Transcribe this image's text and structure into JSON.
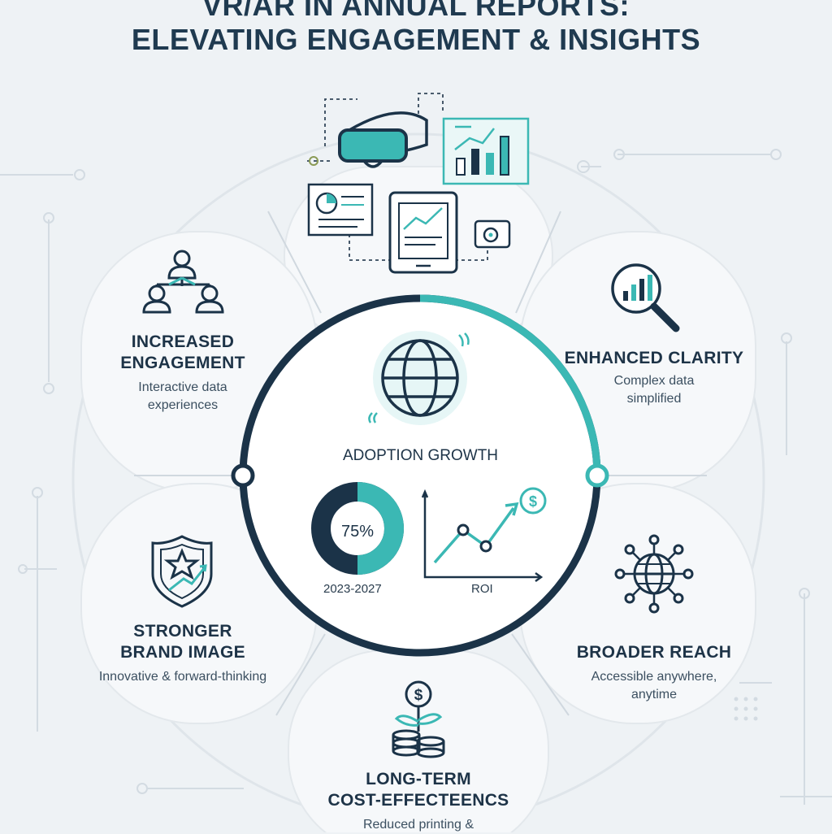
{
  "title": {
    "line1": "VR/AR IN ANNUAL REPORTS:",
    "line2": "ELEVATING ENGAGEMENT & INSIGHTS"
  },
  "colors": {
    "navy": "#1b3348",
    "teal": "#3bb8b4",
    "background": "#eef2f5",
    "petal": "#f6f8fa"
  },
  "segments": [
    {
      "key": "increased_engagement",
      "heading_1": "INCREASED",
      "heading_2": "ENGAGEMENT",
      "sub_1": "Interactive data",
      "sub_2": "experiences",
      "icon": "people-network-icon"
    },
    {
      "key": "enhanced_clarity",
      "heading_1": "ENHANCED CLARITY",
      "sub_1": "Complex data",
      "sub_2": "simplified",
      "icon": "magnifier-chart-icon"
    },
    {
      "key": "stronger_brand_image",
      "heading_1": "STRONGER",
      "heading_2": "BRAND IMAGE",
      "sub_1": "Innovative & forward-thinking",
      "icon": "shield-star-icon"
    },
    {
      "key": "broader_reach",
      "heading_1": "BROADER REACH",
      "sub_1": "Accessible anywhere,",
      "sub_2": "anytime",
      "icon": "globe-network-icon"
    },
    {
      "key": "cost_effectiveness",
      "heading_1": "LONG-TERM",
      "heading_2": "COST-EFFECTEENCS",
      "sub_1": "Reduced printing &",
      "icon": "money-plant-icon"
    }
  ],
  "center": {
    "label": "ADOPTION GROWTH",
    "donut": {
      "percent": 75,
      "label": "75%",
      "caption": "2023-2027"
    },
    "roi": {
      "caption": "ROI",
      "icon": "dollar-coin-icon"
    }
  },
  "outer_ring": {
    "teal_fraction": 0.25
  }
}
